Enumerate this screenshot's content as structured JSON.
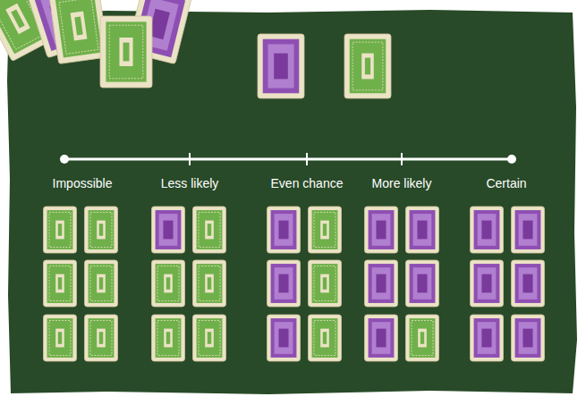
{
  "diagram": {
    "labels": [
      "Impossible",
      "Less likely",
      "Even chance",
      "More likely",
      "Certain"
    ]
  }
}
